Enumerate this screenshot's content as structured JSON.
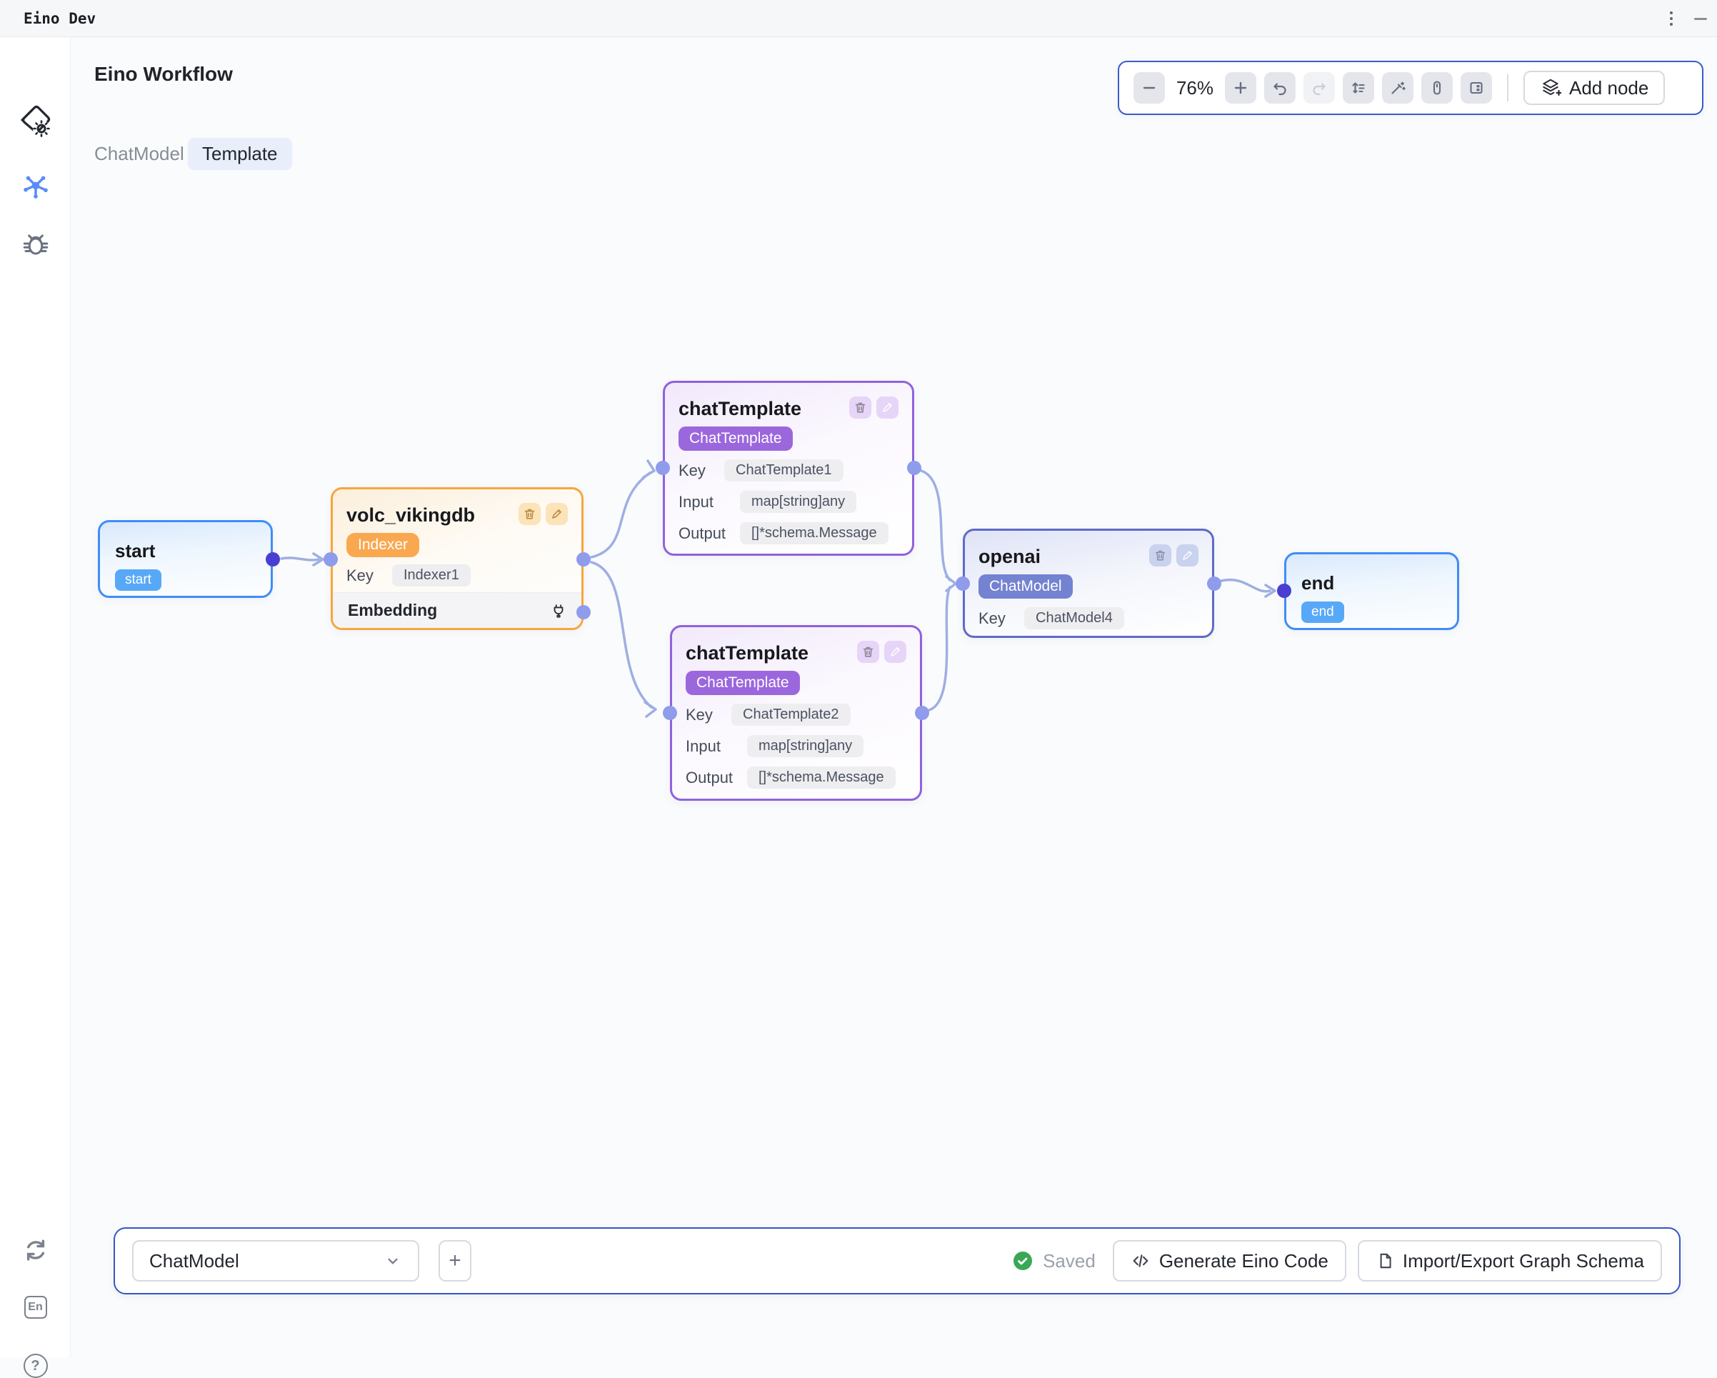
{
  "window": {
    "title": "Eino Dev"
  },
  "header": {
    "title": "Eino Workflow"
  },
  "tabs": {
    "chatmodel": "ChatModel",
    "template": "Template"
  },
  "toolbar": {
    "zoom_level": "76%",
    "add_node_label": "Add node"
  },
  "sidebar": {
    "language_badge": "En",
    "help": "?"
  },
  "nodes": {
    "start": {
      "title": "start",
      "badge": "start"
    },
    "volc": {
      "title": "volc_vikingdb",
      "badge": "Indexer",
      "key_label": "Key",
      "key_value": "Indexer1",
      "section": "Embedding"
    },
    "chat_template_1": {
      "title": "chatTemplate",
      "badge": "ChatTemplate",
      "key_label": "Key",
      "key_value": "ChatTemplate1",
      "input_label": "Input",
      "input_value": "map[string]any",
      "output_label": "Output",
      "output_value": "[]*schema.Message"
    },
    "chat_template_2": {
      "title": "chatTemplate",
      "badge": "ChatTemplate",
      "key_label": "Key",
      "key_value": "ChatTemplate2",
      "input_label": "Input",
      "input_value": "map[string]any",
      "output_label": "Output",
      "output_value": "[]*schema.Message"
    },
    "openai": {
      "title": "openai",
      "badge": "ChatModel",
      "key_label": "Key",
      "key_value": "ChatModel4"
    },
    "end": {
      "title": "end",
      "badge": "end"
    }
  },
  "bottom_bar": {
    "selector_value": "ChatModel",
    "add_label": "+",
    "status": "Saved",
    "generate_label": "Generate Eino Code",
    "import_label": "Import/Export Graph Schema"
  },
  "colors": {
    "start_end_accent": "#3f8df6",
    "indexer_accent": "#f6a63c",
    "chat_template_accent": "#8f62dd",
    "chat_model_accent": "#5e6bc8",
    "edge": "#9fafe2",
    "port_dark": "#4a3ed2",
    "port_light": "#8f9cec",
    "panel_border_blue": "#3656c8",
    "saved_green": "#3aa757"
  }
}
